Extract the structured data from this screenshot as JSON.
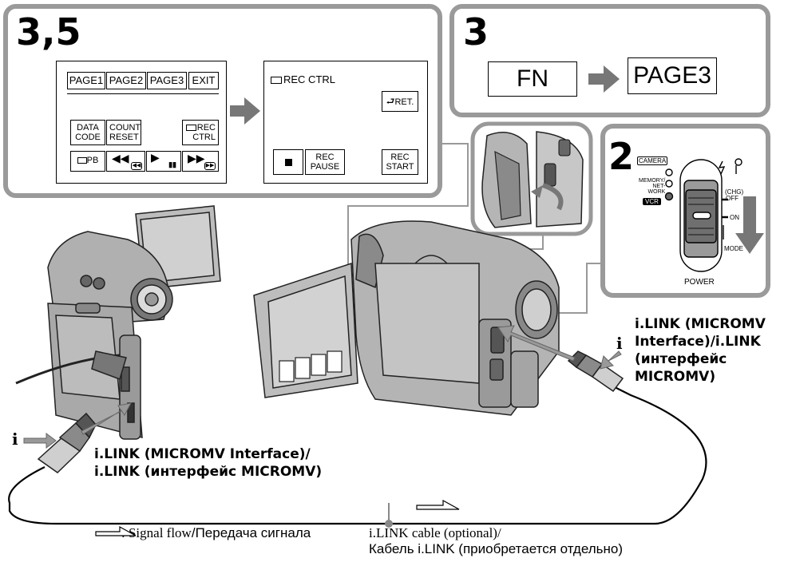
{
  "panel_35": {
    "step": "3,5",
    "tabs": [
      "PAGE1",
      "PAGE2",
      "PAGE3",
      "EXIT"
    ],
    "data_code": [
      "DATA",
      "CODE"
    ],
    "count_reset": [
      "COUNT",
      "RESET"
    ],
    "rec_ctrl": [
      "REC",
      "CTRL"
    ],
    "pb": "PB",
    "rec_ctrl_title": "REC CTRL",
    "ret": "RET.",
    "rec_pause": [
      "REC",
      "PAUSE"
    ],
    "rec_start": [
      "REC",
      "START"
    ]
  },
  "panel_3": {
    "step": "3",
    "fn": "FN",
    "page3": "PAGE3"
  },
  "panel_2": {
    "step": "2",
    "camera": "CAMERA",
    "memory": [
      "MEMORY/",
      "NET-",
      "WORK"
    ],
    "vcr": "VCR",
    "chg": "(CHG)",
    "off": "OFF",
    "on": "ON",
    "mode": "MODE",
    "power": "POWER"
  },
  "labels": {
    "ilink_right": [
      "i.LINK (MICROMV",
      "Interface)/i.LINK",
      "(интерфейс",
      "MICROMV)"
    ],
    "ilink_left": [
      "i.LINK (MICROMV Interface)/",
      "i.LINK (интерфейс MICROMV)"
    ],
    "signal_flow_en": ": Signal flow",
    "signal_flow_ru": "/Передача сигнала",
    "cable_en": "i.LINK cable (optional)/",
    "cable_ru": "Кабель i.LINK (приобретается отдельно)",
    "ilink_mark": "i"
  },
  "colors": {
    "panel_border": "#9a9a9a",
    "camera_body": "#b8b8b8",
    "camera_dark": "#555555"
  }
}
